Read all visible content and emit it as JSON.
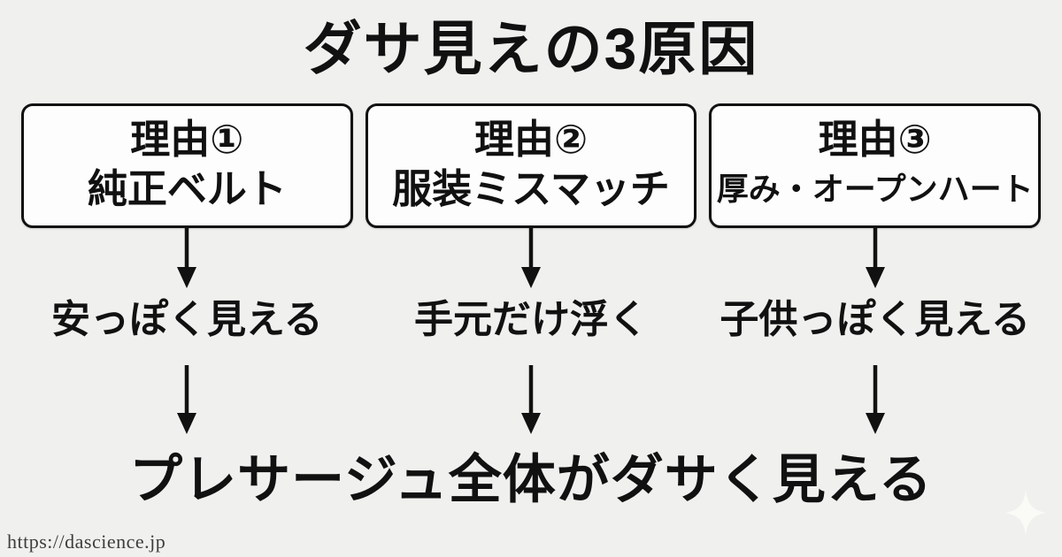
{
  "page": {
    "title": "ダサ見えの3原因",
    "conclusion": "プレサージュ全体がダサく見える",
    "footer_url": "https://dascience.jp"
  },
  "reasons": [
    {
      "label": "理由①",
      "name": "純正ベルト",
      "effect": "安っぽく見える"
    },
    {
      "label": "理由②",
      "name": "服装ミスマッチ",
      "effect": "手元だけ浮く"
    },
    {
      "label": "理由③",
      "name": "厚み・オープンハート",
      "effect": "子供っぽく見える"
    }
  ],
  "icons": {
    "down_arrow": "down-arrow",
    "sparkle": "four-pointed-star"
  },
  "colors": {
    "background": "#f0f0ee",
    "text": "#111111",
    "box_background": "#fdfdfd",
    "box_border": "#111111",
    "footer_text": "#3d3d3d",
    "sparkle": "#fafaf7"
  }
}
